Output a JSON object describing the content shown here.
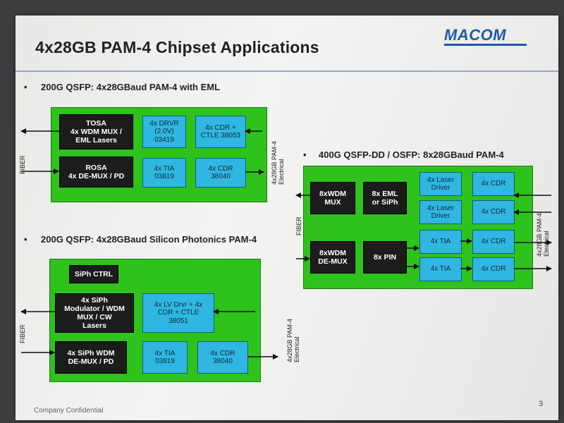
{
  "title": "4x28GB PAM-4 Chipset Applications",
  "logo": "MACOM",
  "footer": "Company Confidential",
  "page_number": "3",
  "sections": {
    "s1": {
      "bullet": "•",
      "heading": "200G QSFP: 4x28GBaud PAM-4 with EML",
      "tosa": [
        "TOSA",
        "4x WDM MUX /",
        "EML Lasers"
      ],
      "rosa": [
        "ROSA",
        "4x DE-MUX / PD"
      ],
      "drvr": [
        "4x DRVR",
        "(2.0V)",
        "03419"
      ],
      "cdr_ctle": [
        "4x CDR +",
        "CTLE 38053"
      ],
      "tia": [
        "4x TIA",
        "03819"
      ],
      "cdr": [
        "4x CDR",
        "38040"
      ],
      "fiber": "FIBER",
      "elec": [
        "4x28GB PAM-4",
        "Electrical"
      ]
    },
    "s2": {
      "bullet": "•",
      "heading": "200G QSFP: 4x28GBaud Silicon Photonics PAM-4",
      "siph_ctrl": "SiPh CTRL",
      "modulator": [
        "4x SiPh",
        "Modulator / WDM",
        "MUX / CW",
        "Lasers"
      ],
      "siph_demux": [
        "4x SiPh WDM",
        "DE-MUX / PD"
      ],
      "lv_drvr": [
        "4x LV Drvr + 4x",
        "CDR + CTLE",
        "38051"
      ],
      "tia": [
        "4x TIA",
        "03819"
      ],
      "cdr": [
        "4x CDR",
        "38040"
      ],
      "fiber": "FIBER",
      "elec": [
        "4x28GB PAM-4",
        "Electrical"
      ]
    },
    "s3": {
      "bullet": "•",
      "heading": "400G QSFP-DD / OSFP: 8x28GBaud PAM-4",
      "wdm_mux": [
        "8xWDM",
        "MUX"
      ],
      "eml": [
        "8x EML",
        "or SiPh"
      ],
      "laser_driver": [
        "4x Laser",
        "Driver"
      ],
      "cdr": "4x CDR",
      "wdm_demux": [
        "8xWDM",
        "DE-MUX"
      ],
      "pin": "8x PIN",
      "tia": "4x TIA",
      "fiber": "FIBER",
      "elec": [
        "4x28GB PAM-4",
        "Electrical"
      ]
    }
  }
}
